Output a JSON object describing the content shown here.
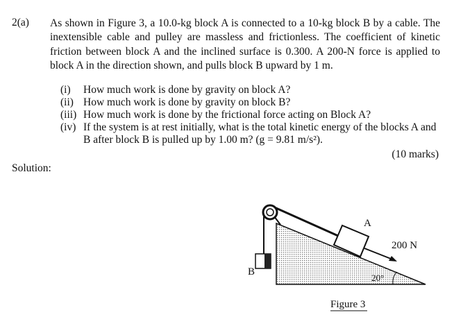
{
  "question": {
    "number": "2(a)",
    "intro": "As shown in Figure 3, a 10.0-kg block A is connected to a 10-kg block B by a cable. The inextensible cable and pulley are massless and frictionless. The coefficient of kinetic friction between block A and the inclined surface is 0.300. A 200-N force is applied to block A in the direction shown, and pulls block B upward by 1 m.",
    "items": [
      {
        "n": "(i)",
        "text": "How much work is done by gravity on block A?"
      },
      {
        "n": "(ii)",
        "text": "How much work is done by gravity on block B?"
      },
      {
        "n": "(iii)",
        "text": "How much work is done by the frictional force acting on Block A?"
      },
      {
        "n": "(iv)",
        "text": "If the system is at rest initially, what is the total kinetic energy of the blocks A and B after block B is pulled up by 1.00 m? (g = 9.81 m/s²)."
      }
    ],
    "marks": "(10 marks)"
  },
  "solution_label": "Solution:",
  "figure": {
    "label_a": "A",
    "label_b": "B",
    "force": "200 N",
    "angle": "20°",
    "caption": "Figure 3"
  }
}
